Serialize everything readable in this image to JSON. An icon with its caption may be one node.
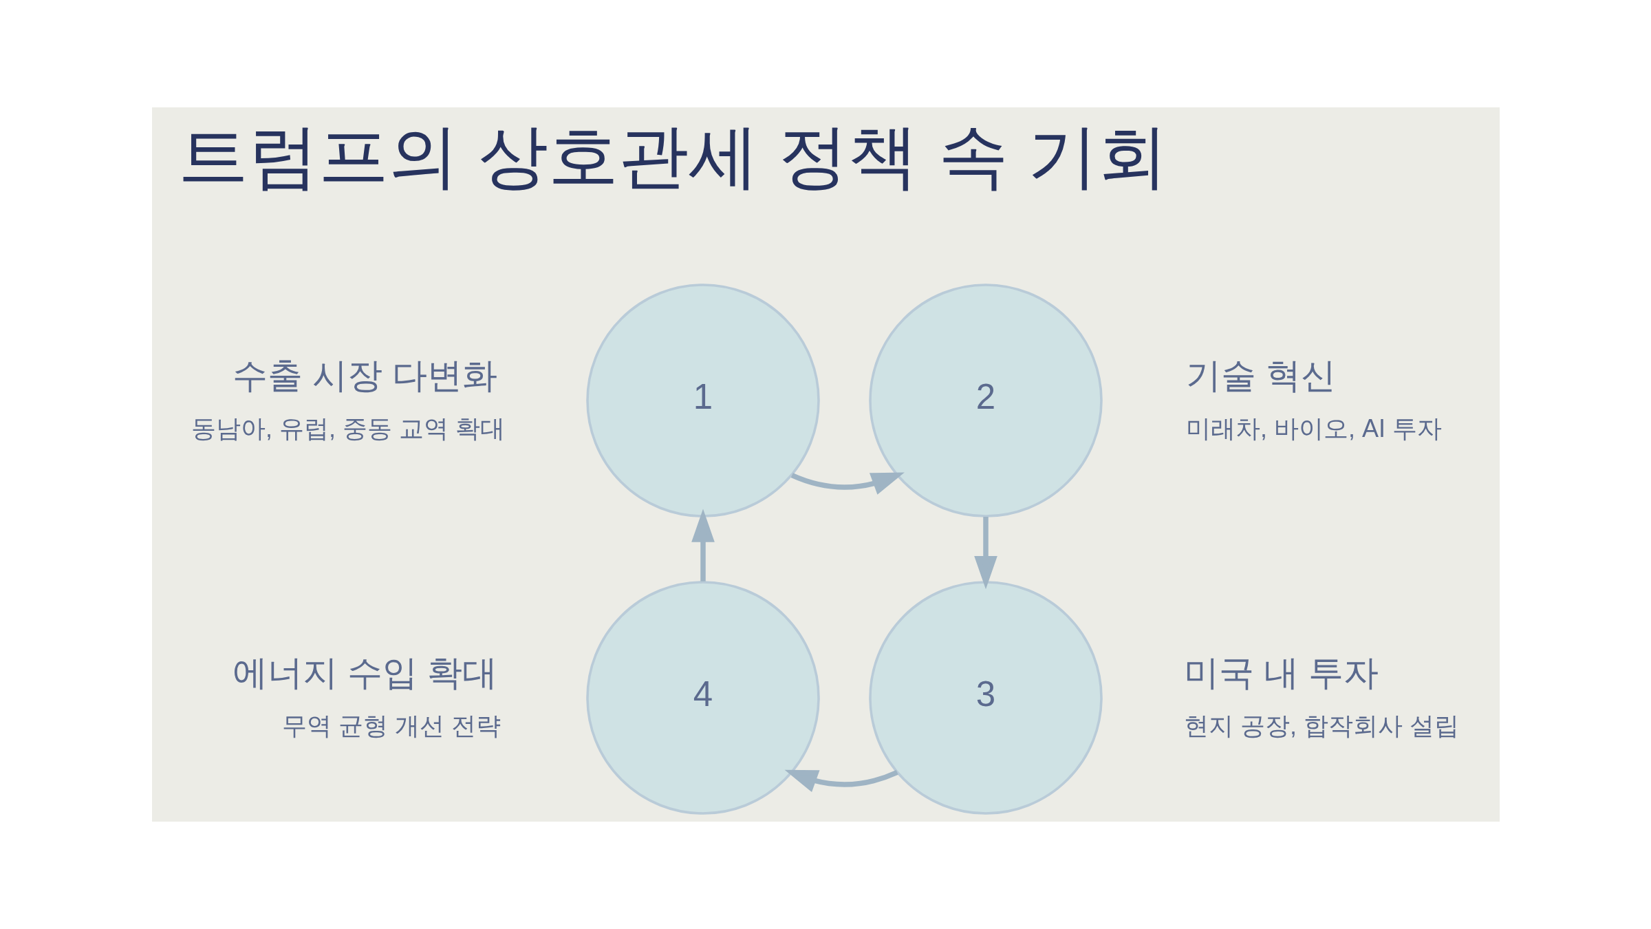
{
  "diagram": {
    "title": "트럼프의 상호관세 정책 속 기회",
    "nodes": [
      {
        "text": [
          "1"
        ],
        "beside": [
          "수출 시장 다변화",
          "동남아, 유럽, 중동 교역 확대"
        ]
      },
      {
        "text": [
          "2"
        ],
        "beside": [
          "기술 혁신",
          "미래차, 바이오, AI 투자"
        ]
      },
      {
        "text": [
          "3"
        ],
        "beside": [
          "미국 내 투자",
          "현지 공장, 합작회사 설립"
        ]
      },
      {
        "text": [
          "4"
        ],
        "beside": [
          "에너지 수입 확대",
          "무역 균형 개선 전략"
        ]
      }
    ],
    "edges": [
      {
        "from": 0,
        "to": 1,
        "arrow": "to"
      },
      {
        "from": 1,
        "to": 2,
        "arrow": "to"
      },
      {
        "from": 2,
        "to": 3,
        "arrow": "to"
      },
      {
        "from": 3,
        "to": 0,
        "arrow": "to"
      }
    ]
  }
}
